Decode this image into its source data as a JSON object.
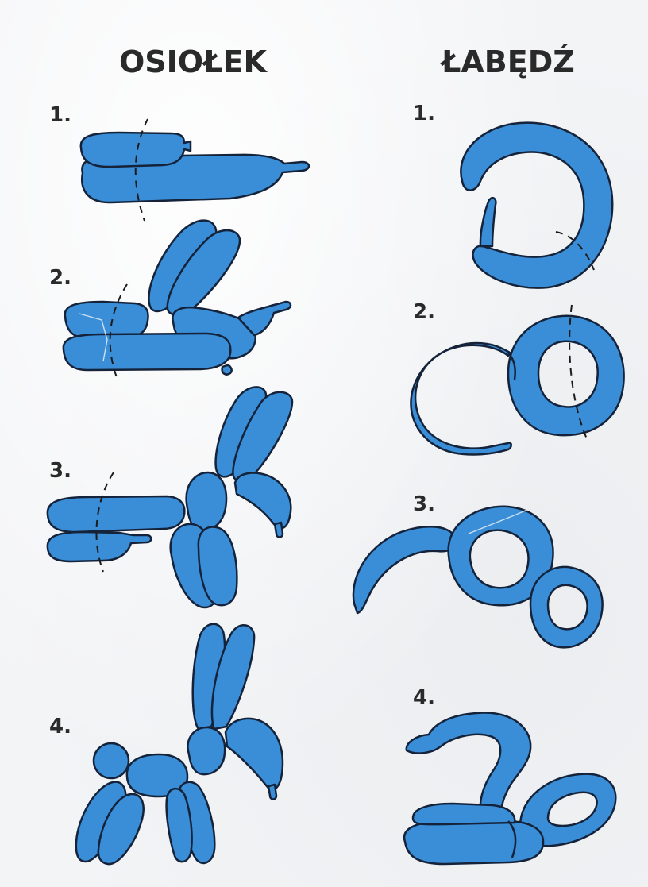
{
  "columns": [
    {
      "title": "OSIOŁEK",
      "steps": [
        "1.",
        "2.",
        "3.",
        "4."
      ]
    },
    {
      "title": "ŁABĘDŹ",
      "steps": [
        "1.",
        "2.",
        "3.",
        "4."
      ]
    }
  ],
  "colors": {
    "balloon": "#3a8ed8",
    "outline": "#15233a",
    "paper": "#f3f4f6",
    "text": "#2a2a2a"
  }
}
